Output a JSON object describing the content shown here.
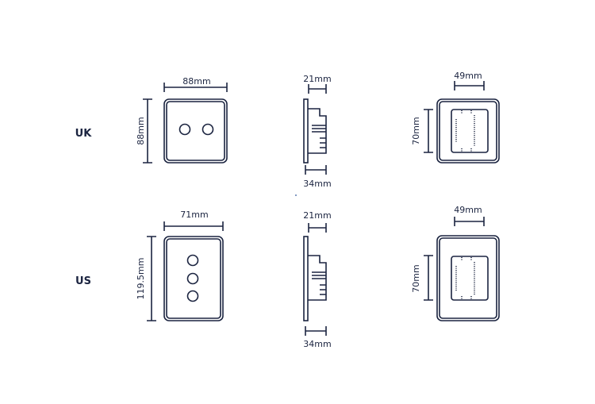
{
  "rows": [
    {
      "label": "UK",
      "front": {
        "width": "88mm",
        "height": "88mm"
      },
      "side": {
        "depth_back": "21mm",
        "depth_total": "34mm"
      },
      "back": {
        "width": "49mm",
        "height": "70mm"
      }
    },
    {
      "label": "US",
      "front": {
        "width": "71mm",
        "height": "119.5mm"
      },
      "side": {
        "depth_back": "21mm",
        "depth_total": "34mm"
      },
      "back": {
        "width": "49mm",
        "height": "70mm"
      }
    }
  ],
  "colors": {
    "line": "#1b2440"
  }
}
